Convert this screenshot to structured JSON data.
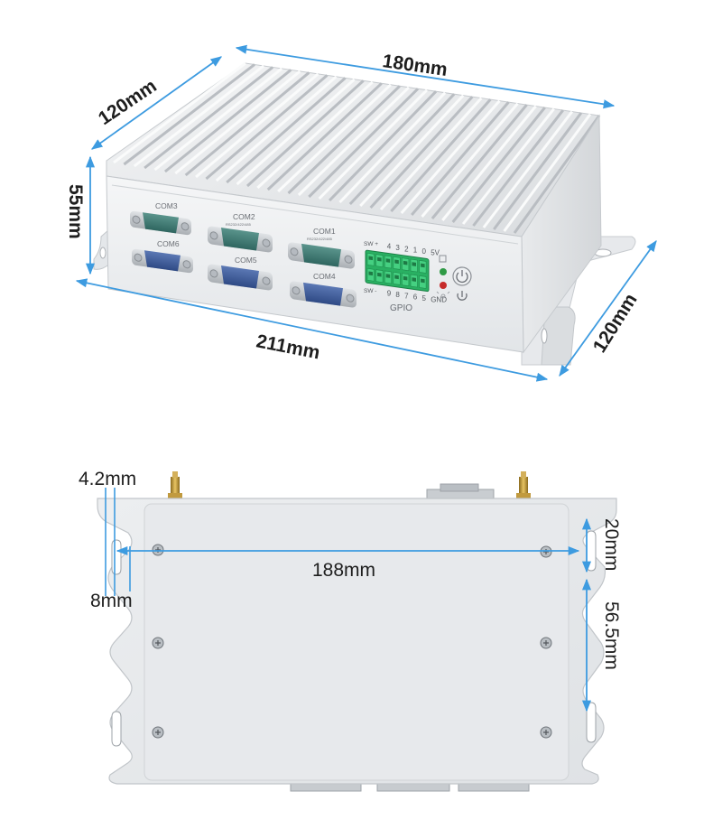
{
  "top_view": {
    "dimensions": {
      "depth_left": "120mm",
      "width_top": "180mm",
      "height": "55mm",
      "overall_width": "211mm",
      "depth_right": "120mm"
    },
    "ports": {
      "com1": "COM1",
      "com1_sub": "RS232/422/485",
      "com2": "COM2",
      "com2_sub": "RS232/422/485",
      "com3": "COM3",
      "com4": "COM4",
      "com5": "COM5",
      "com6": "COM6"
    },
    "gpio": {
      "label": "GPIO",
      "top_row": [
        "SW +",
        "4",
        "3",
        "2",
        "1",
        "0",
        "5V"
      ],
      "bottom_row": [
        "SW -",
        "9",
        "8",
        "7",
        "6",
        "5",
        "GND"
      ]
    }
  },
  "bottom_view": {
    "dimensions": {
      "slot_width": "4.2mm",
      "slot_offset": "8mm",
      "hole_span": "188mm",
      "top_hole_offset": "20mm",
      "hole_pitch": "56.5mm"
    }
  },
  "colors": {
    "dimension_line": "#3d9be0",
    "chassis": "#e6e9ec",
    "com_green": "#3f7a73",
    "com_blue": "#3f5c99",
    "terminal_green": "#2fbf6a"
  }
}
